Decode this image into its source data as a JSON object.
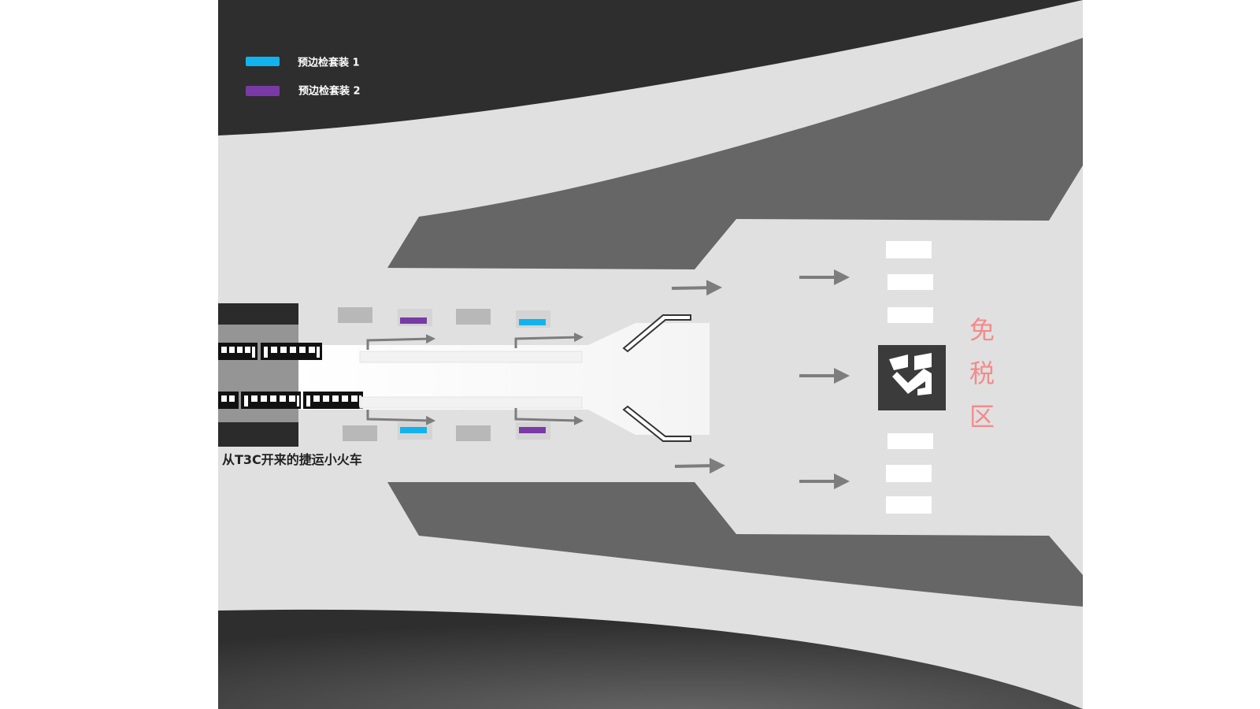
{
  "legend": [
    {
      "label": "预边检套装 1",
      "color": "#11b3ee"
    },
    {
      "label": "预边检套装 2",
      "color": "#7a3aa6"
    }
  ],
  "train_label": "从T3C开来的捷运小火车",
  "zone_label": [
    "免",
    "税",
    "区"
  ],
  "icons": {
    "inspection": "baggage-inspection-icon",
    "flow": "arrow-right-icon",
    "train": "people-mover-icon"
  },
  "colors": {
    "background_dark": "#2e2e2e",
    "apron": "#666666",
    "concourse": "#e0e0e0",
    "platform": "#ffffff",
    "booth_inactive": "#b8b8b8",
    "arrow": "#7d7d7d",
    "checkpoint": "#3b3b3b",
    "zone_text": "#f38b8b"
  }
}
